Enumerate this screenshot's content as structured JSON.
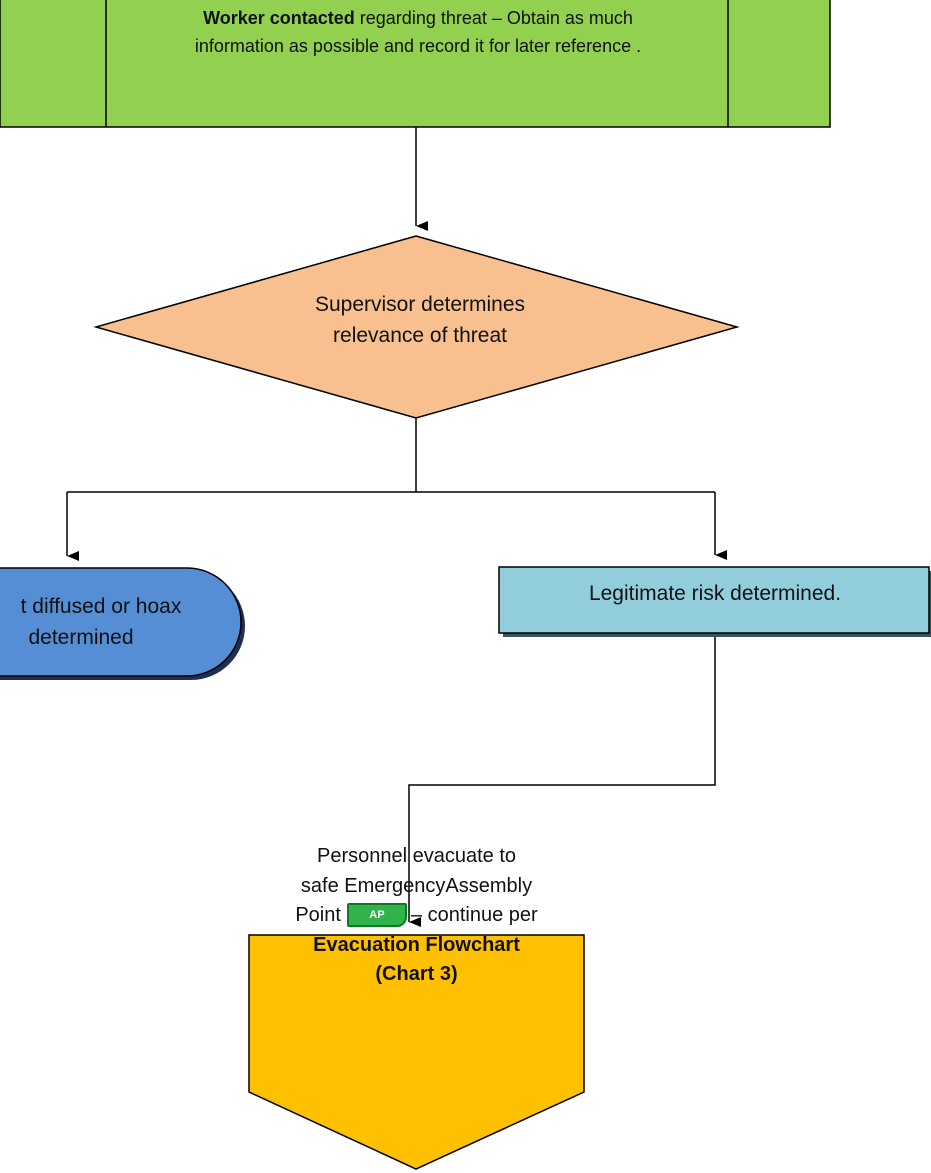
{
  "diagram": {
    "nodes": {
      "start": {
        "bold": "Worker contacted",
        "text_line1": " regarding threat – Obtain as much",
        "text_line2": "information as possible and record it for later reference .",
        "fill": "#92d050"
      },
      "decision": {
        "line1": "Supervisor determines",
        "line2": "relevance of threat",
        "fill": "#f9c08f"
      },
      "hoax": {
        "line1": "t diffused or hoax",
        "line2": "determined",
        "fill": "#558ed5"
      },
      "legitimate": {
        "text": "Legitimate risk determined.",
        "fill": "#92cddc"
      },
      "evacuate": {
        "line1": "Personnel evacuate to",
        "line2": "safe EmergencyAssembly",
        "line3_pre": "Point",
        "badge": "AP",
        "line3_post": "– continue per",
        "bold_line1": "Evacuation Flowchart",
        "bold_line2": "(Chart 3)",
        "fill": "#ffc000"
      }
    },
    "colors": {
      "stroke": "#000000",
      "badge_fill": "#2fb34a"
    }
  }
}
